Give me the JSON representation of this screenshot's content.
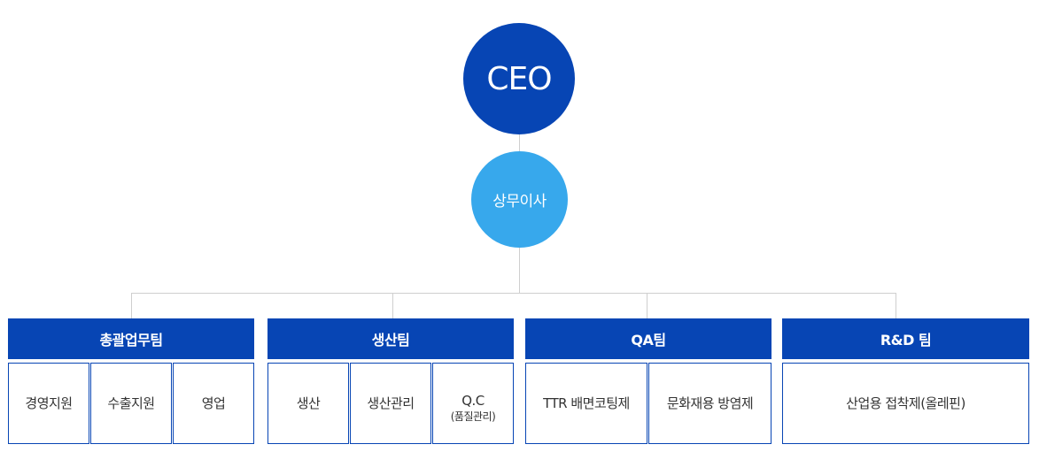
{
  "ceo": {
    "label": "CEO",
    "color": "#0745b4"
  },
  "director": {
    "label": "상무이사",
    "color": "#37a8ec"
  },
  "teams": [
    {
      "name": "총괄업무팀",
      "subunits": [
        {
          "label": "경영지원"
        },
        {
          "label": "수출지원"
        },
        {
          "label": "영업"
        }
      ]
    },
    {
      "name": "생산팀",
      "subunits": [
        {
          "label": "생산"
        },
        {
          "label": "생산관리"
        },
        {
          "label": "Q.C",
          "note": "(품질관리)"
        }
      ]
    },
    {
      "name": "QA팀",
      "subunits": [
        {
          "label": "TTR 배면코팅제"
        },
        {
          "label": "문화재용 방염제"
        }
      ]
    },
    {
      "name": "R&D 팀",
      "subunits": [
        {
          "label": "산업용 접착제(올레핀)"
        }
      ]
    }
  ],
  "colors": {
    "header": "#0745b4",
    "connector": "#cfcfcf",
    "box_border": "#0745b4"
  }
}
